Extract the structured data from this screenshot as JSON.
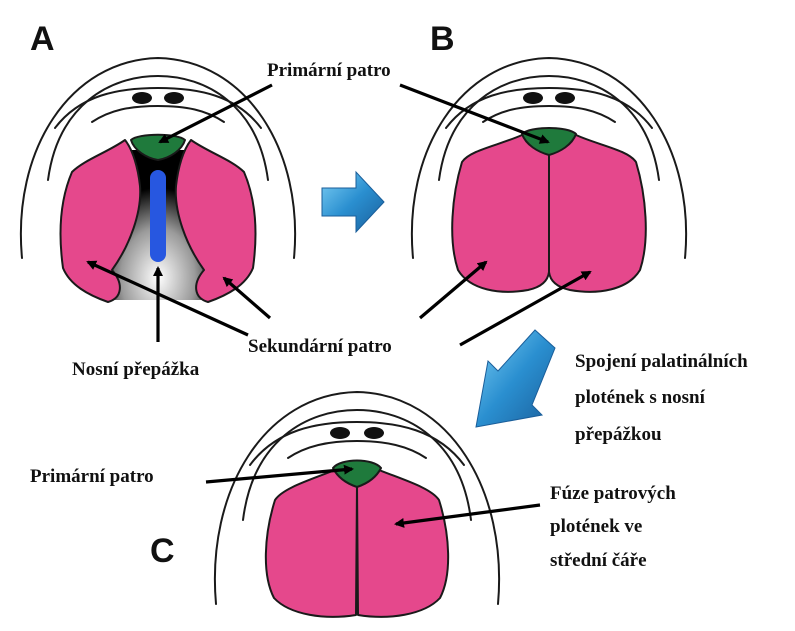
{
  "panels": {
    "a": "A",
    "b": "B",
    "c": "C"
  },
  "labels": {
    "primarni_top": "Primární patro",
    "nosni_prepazka": "Nosní přepážka",
    "sekundarni": "Sekundární patro",
    "spojeni": [
      "Spojení palatinálních",
      "plotének s nosní",
      "přepážkou"
    ],
    "primarni_c": "Primární patro",
    "fuze": [
      "Fúze patrových",
      "plotének ve",
      "střední čáře"
    ]
  },
  "colors": {
    "palatal_shelf": "#e5488c",
    "primary_palate": "#1f7a3c",
    "nasal_septum": "#2757e0",
    "process_arrow": "#2a8fd0"
  }
}
